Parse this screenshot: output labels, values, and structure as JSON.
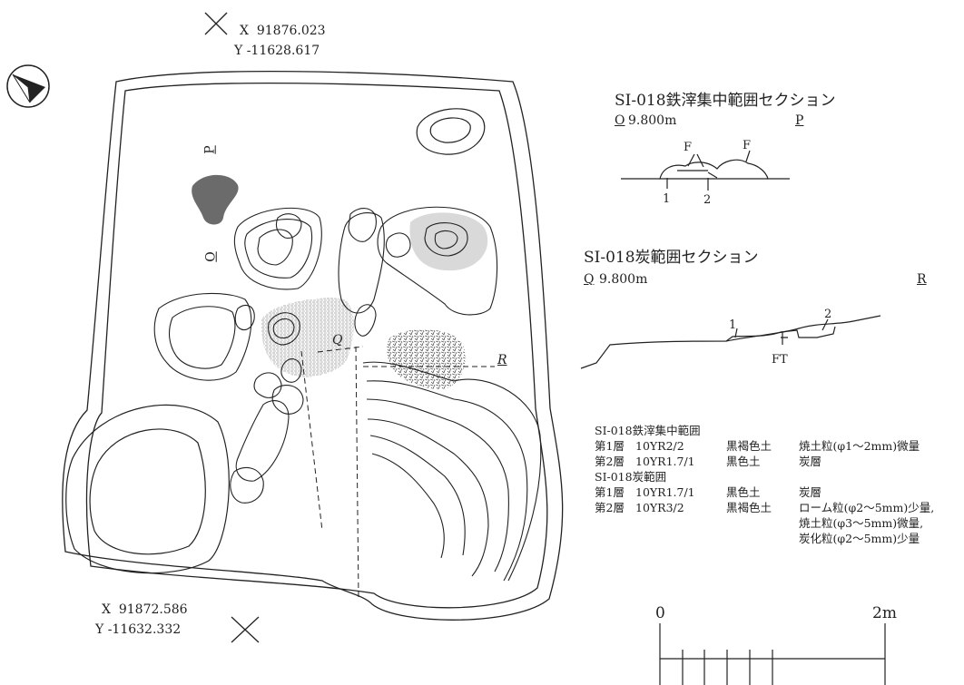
{
  "coordinates": {
    "top": {
      "x_label": "X  91876.023",
      "y_label": "Y -11628.617"
    },
    "bottom": {
      "x_label": "X  91872.586",
      "y_label": "Y -11632.332"
    }
  },
  "plan_labels": {
    "p": "P",
    "o": "O",
    "q": "Q",
    "r": "R"
  },
  "section_slag": {
    "title": "SI-018鉄滓集中範囲セクション",
    "start": "O",
    "level": "9.800m",
    "end": "P",
    "labels": [
      "F",
      "F",
      "1",
      "2"
    ]
  },
  "section_charcoal": {
    "title": "SI-018炭範囲セクション",
    "start": "Q",
    "level": "9.800m",
    "end": "R",
    "labels": [
      "1",
      "2",
      "FT"
    ]
  },
  "legend": {
    "heading_slag": "SI-018鉄滓集中範囲",
    "rows_slag": [
      {
        "layer": "第1層",
        "code": "10YR2/2",
        "soil": "黒褐色土",
        "desc": "焼土粒(φ1～2mm)微量"
      },
      {
        "layer": "第2層",
        "code": "10YR1.7/1",
        "soil": "黒色土",
        "desc": "炭層"
      }
    ],
    "heading_charcoal": "SI-018炭範囲",
    "rows_charcoal": [
      {
        "layer": "第1層",
        "code": "10YR1.7/1",
        "soil": "黒色土",
        "desc": "炭層"
      },
      {
        "layer": "第2層",
        "code": "10YR3/2",
        "soil": "黒褐色土",
        "desc": "ローム粒(φ2～5mm)少量,"
      }
    ],
    "extra_lines": [
      "焼土粒(φ3～5mm)微量,",
      "炭化粒(φ2～5mm)少量"
    ]
  },
  "scale": {
    "start": "0",
    "end": "2m"
  },
  "colors": {
    "line": "#222222",
    "dark_fill": "#6b6b6b",
    "light_fill": "#d9d9d9",
    "hatch": "#888888"
  }
}
